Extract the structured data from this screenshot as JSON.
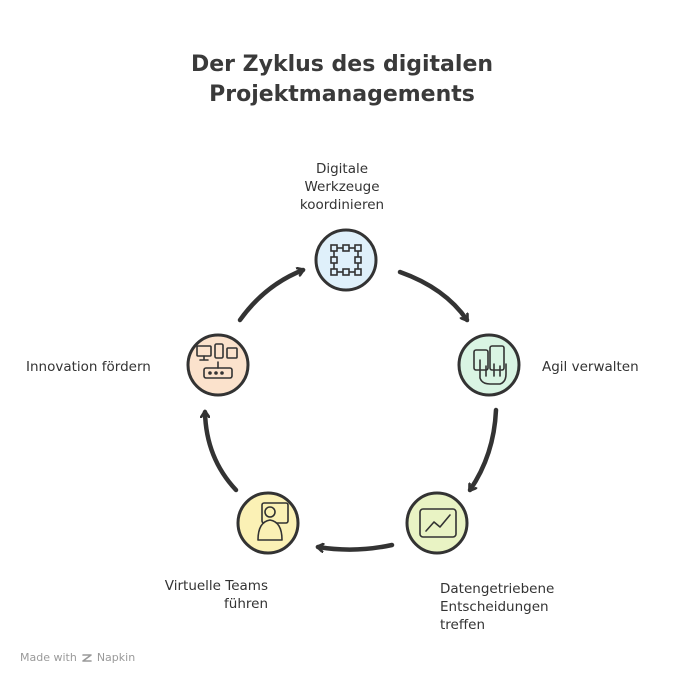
{
  "title": {
    "line1": "Der Zyklus des digitalen",
    "line2": "Projektmanagements"
  },
  "nodes": [
    {
      "label_lines": [
        "Digitale",
        "Werkzeuge",
        "koordinieren"
      ],
      "icon": "frame-select-icon",
      "color": "#dff0fa"
    },
    {
      "label_lines": [
        "Agil verwalten"
      ],
      "icon": "devices-touch-icon",
      "color": "#d9f4e3"
    },
    {
      "label_lines": [
        "Datengetriebene",
        "Entscheidungen",
        "treffen"
      ],
      "icon": "chart-line-icon",
      "color": "#e9f3c4"
    },
    {
      "label_lines": [
        "Virtuelle Teams",
        "führen"
      ],
      "icon": "video-presenter-icon",
      "color": "#fbf1b5"
    },
    {
      "label_lines": [
        "Innovation fördern"
      ],
      "icon": "connected-devices-icon",
      "color": "#fbe2cc"
    }
  ],
  "footer": {
    "made_with": "Made with",
    "brand": "Napkin"
  }
}
